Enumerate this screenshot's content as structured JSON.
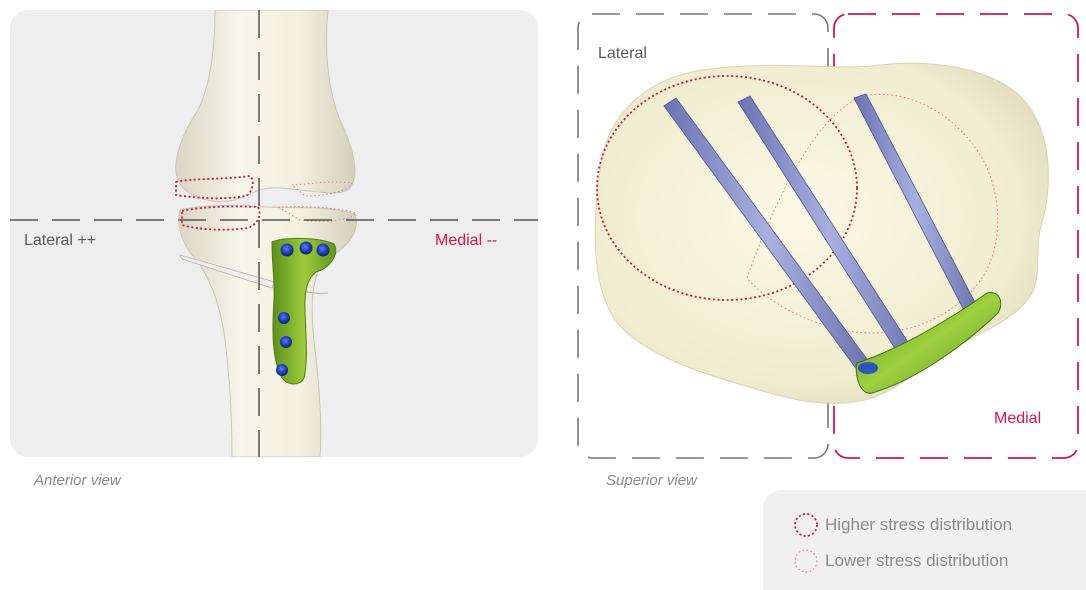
{
  "anterior": {
    "lateral_label": "Lateral ++",
    "medial_label": "Medial --",
    "caption": "Anterior view"
  },
  "superior": {
    "lateral_label": "Lateral",
    "medial_label": "Medial",
    "caption": "Superior view"
  },
  "legend": {
    "higher": "Higher stress distribution",
    "lower": "Lower stress distribution"
  },
  "colors": {
    "medial_accent": "#d6135a",
    "higher_stress": "#c8143c",
    "lower_stress": "#e07a8a",
    "plate_green": "#7fb32e",
    "screw_blue": "#1f3fae",
    "screw_steel": "#8d95c9",
    "bone": "#efecd2"
  }
}
